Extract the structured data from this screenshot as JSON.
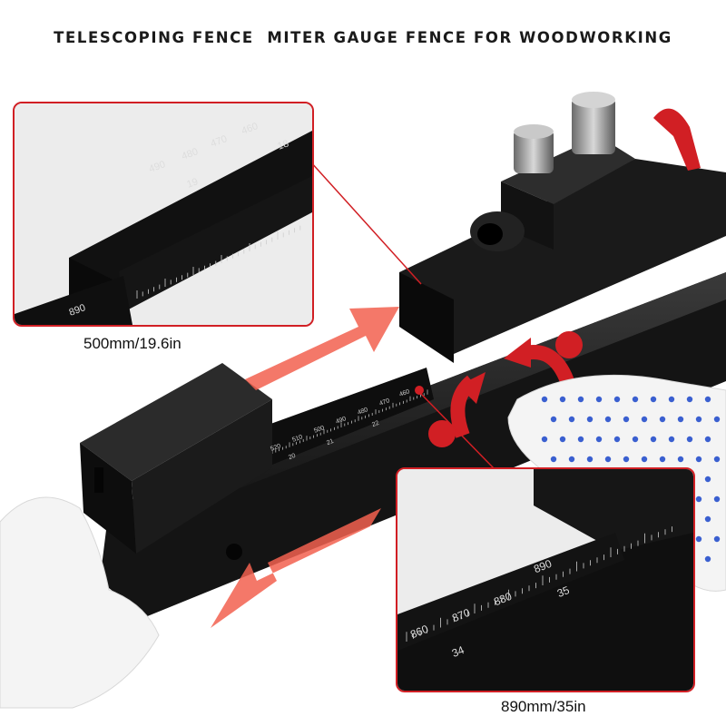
{
  "header": {
    "title": "TELESCOPING FENCE  MITER GAUGE FENCE FOR WOODWORKING"
  },
  "captions": {
    "retracted": "500mm/19.6in",
    "extended": "890mm/35in"
  },
  "inset_top": {
    "mm_ticks": [
      "490",
      "480",
      "470",
      "460"
    ],
    "inch_ticks": [
      "19",
      "18"
    ],
    "lower_scale": [
      "890"
    ]
  },
  "inset_bottom": {
    "mm_ticks": [
      "860",
      "870",
      "880",
      "890"
    ],
    "inch_ticks": [
      "34",
      "35"
    ]
  },
  "main_scale": {
    "mm_ticks": [
      "520",
      "510",
      "500",
      "490",
      "480",
      "470",
      "460"
    ],
    "inch_ticks": [
      "20",
      "21",
      "22"
    ]
  },
  "colors": {
    "accent": "#d11f24",
    "arrow": "#f2604f",
    "metal": "#151515",
    "glove": "#f4f4f4",
    "dots": "#3a5fd0"
  }
}
